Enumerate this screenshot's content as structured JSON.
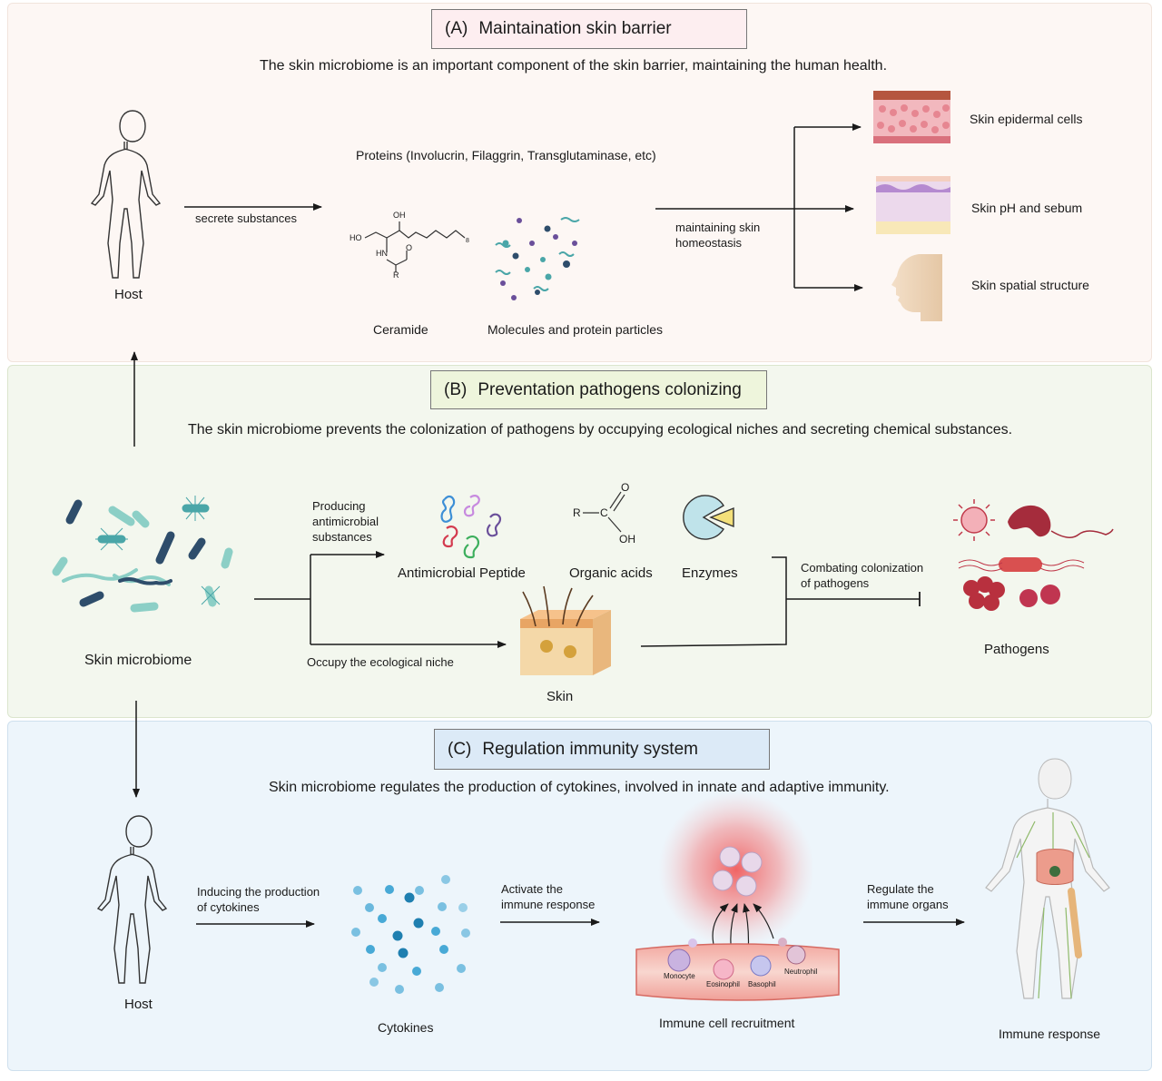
{
  "panel_a": {
    "tag": "(A)",
    "title": "Maintaination skin barrier",
    "subtitle": "The skin microbiome is an important component of the skin barrier, maintaining the human health.",
    "host_label": "Host",
    "secrete_label": "secrete substances",
    "proteins_label": "Proteins (Involucrin, Filaggrin, Transglutaminase, etc)",
    "ceramide_label": "Ceramide",
    "molecules_label": "Molecules and protein particles",
    "homeostasis_line1": "maintaining skin",
    "homeostasis_line2": "homeostasis",
    "epidermal_label": "Skin epidermal cells",
    "ph_label": "Skin pH and sebum",
    "spatial_label": "Skin spatial structure",
    "ceramide_atoms": {
      "oh": "OH",
      "ho": "HO",
      "hn": "HN",
      "o": "O",
      "r": "R",
      "n": "8"
    }
  },
  "panel_b": {
    "tag": "(B)",
    "title": "Preventation pathogens colonizing",
    "subtitle": "The skin microbiome prevents the colonization of pathogens by occupying ecological niches and secreting chemical substances.",
    "microbiome_label": "Skin microbiome",
    "producing_line1": "Producing",
    "producing_line2": "antimicrobial",
    "producing_line3": "substances",
    "peptide_label": "Antimicrobial  Peptide",
    "acids_label": "Organic acids",
    "enzymes_label": "Enzymes",
    "niche_label": "Occupy the ecological niche",
    "skin_label": "Skin",
    "combat_line1": "Combating  colonization",
    "combat_line2": "of pathogens",
    "pathogens_label": "Pathogens",
    "acid_atoms": {
      "r": "R",
      "c": "C",
      "o": "O",
      "oh": "OH"
    }
  },
  "panel_c": {
    "tag": "(C)",
    "title": "Regulation immunity system",
    "subtitle": "Skin microbiome regulates the production of cytokines, involved in innate and adaptive immunity.",
    "host_label": "Host",
    "inducing_line1": "Inducing the production",
    "inducing_line2": "of cytokines",
    "cytokines_label": "Cytokines",
    "activate_line1": "Activate the",
    "activate_line2": "immune response",
    "recruit_label": "Immune cell recruitment",
    "regulate_line1": "Regulate the",
    "regulate_line2": "immune organs",
    "response_label": "Immune response",
    "cells": {
      "monocyte": "Monocyte",
      "eosinophil": "Eosinophil",
      "basophil": "Basophil",
      "neutrophil": "Neutrophil"
    }
  },
  "colors": {
    "panel_a_bg": "#fdf7f4",
    "panel_b_bg": "#f3f7ee",
    "panel_c_bg": "#edf5fb",
    "title_a_bg": "#fdeef0",
    "title_b_bg": "#eef5dc",
    "title_c_bg": "#dceaf7",
    "bacteria_teal": "#4aa6a8",
    "bacteria_navy": "#2e4d6b",
    "cytokine_blue": "#48a9d6",
    "pathogen_red": "#c0394a"
  }
}
